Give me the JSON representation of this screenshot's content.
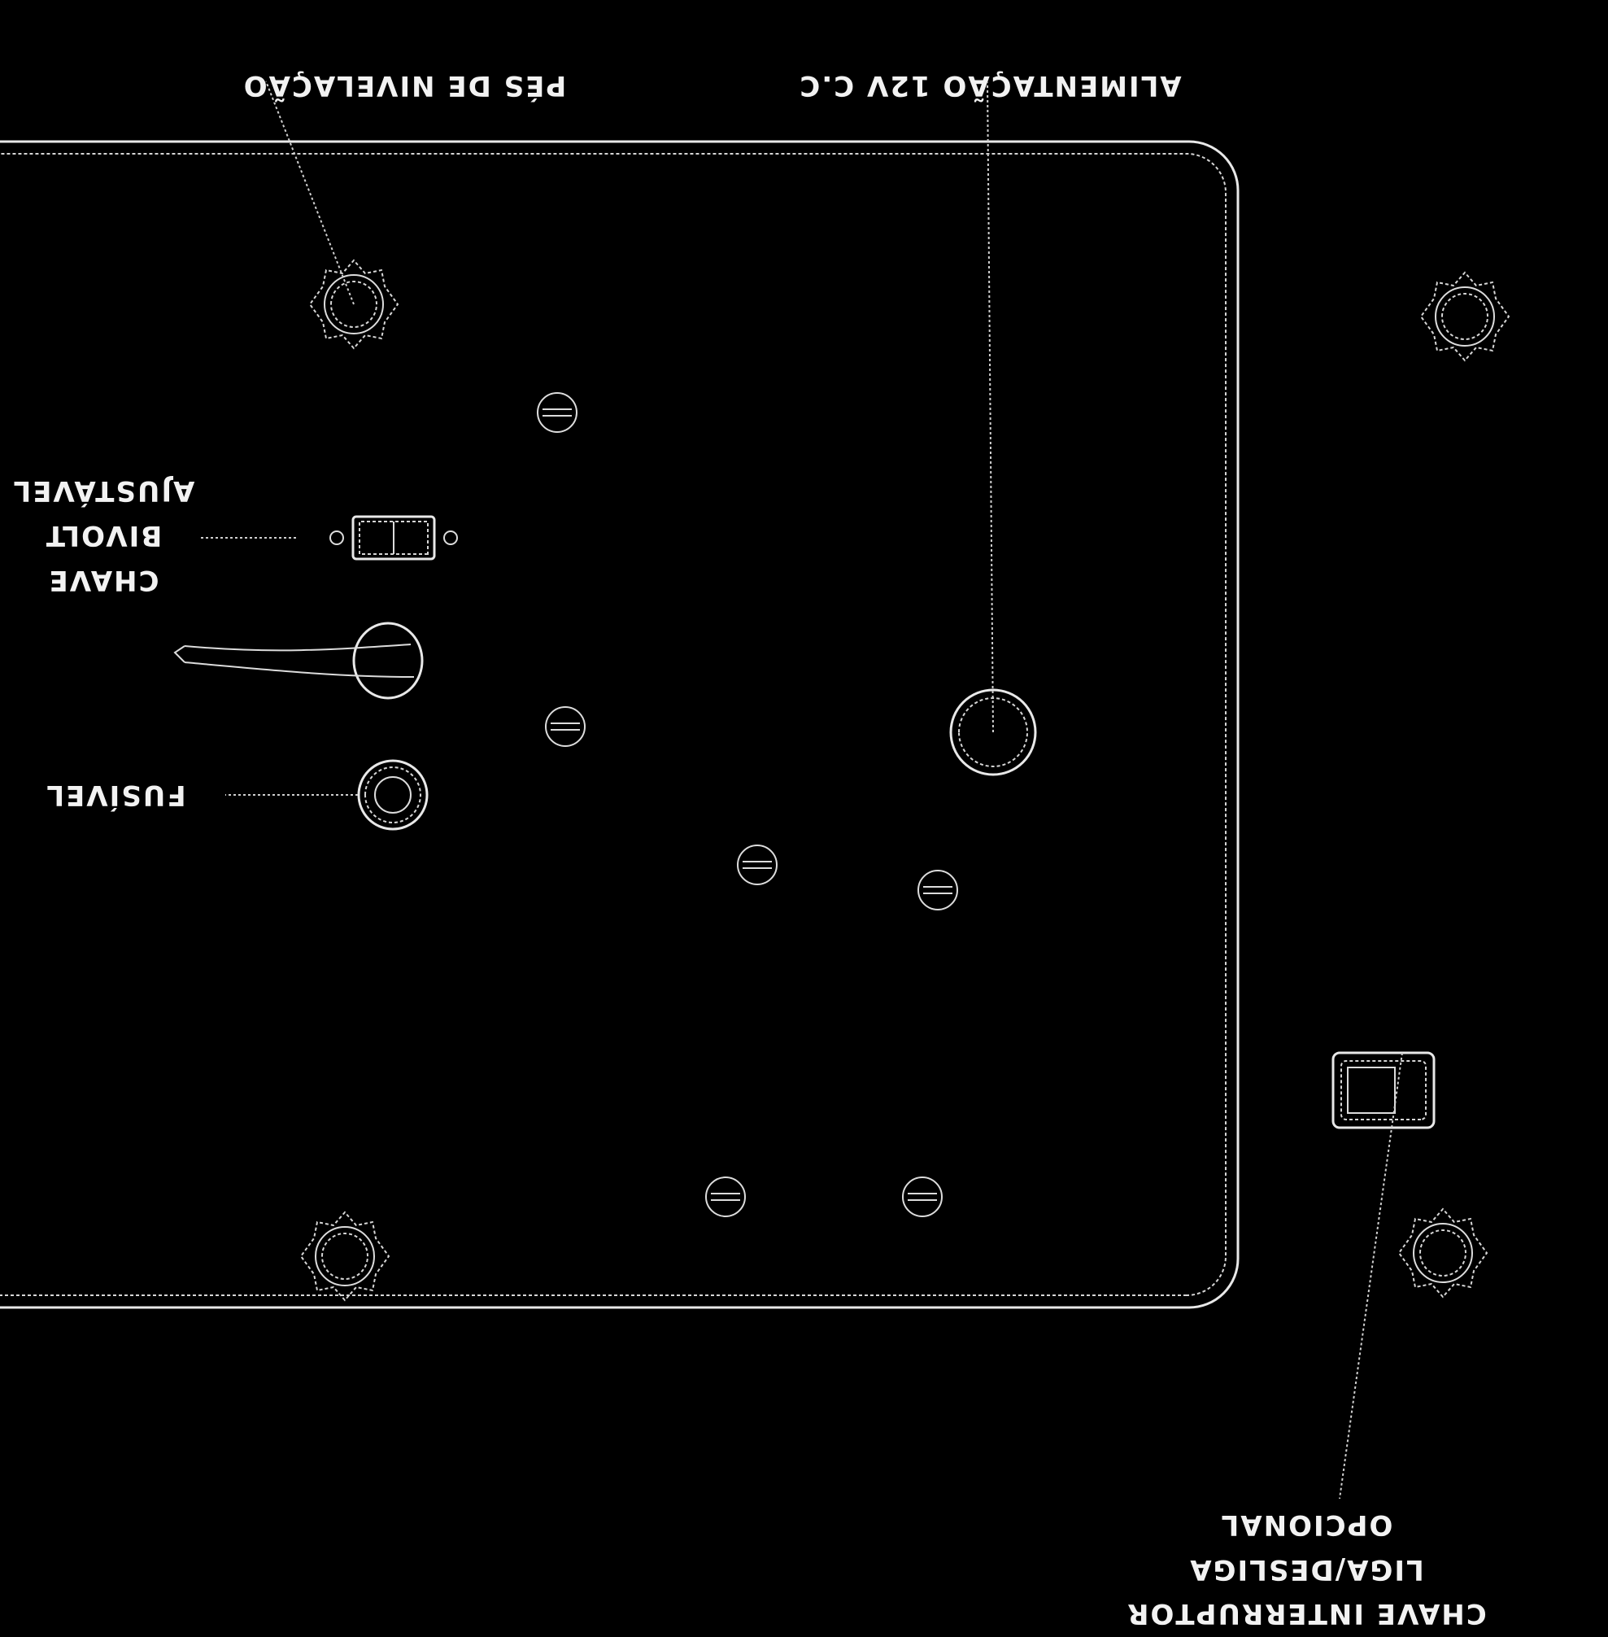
{
  "labels": {
    "pes_nivelacao": "PÉS DE NIVELAÇÃO",
    "alimentacao": "ALIMENTAÇÃO 12V C.C",
    "chave_bivolt": [
      "AJUSTÁVEL",
      "BIVOLT",
      "CHAVE"
    ],
    "fusivel": "FUSÍVEL",
    "chave_interruptor": [
      "OPCIONAL",
      "LIGA/DESLIGA",
      "CHAVE INTERRUPTOR"
    ]
  },
  "colors": {
    "background": "#000000",
    "line": "#e8e8e8"
  }
}
